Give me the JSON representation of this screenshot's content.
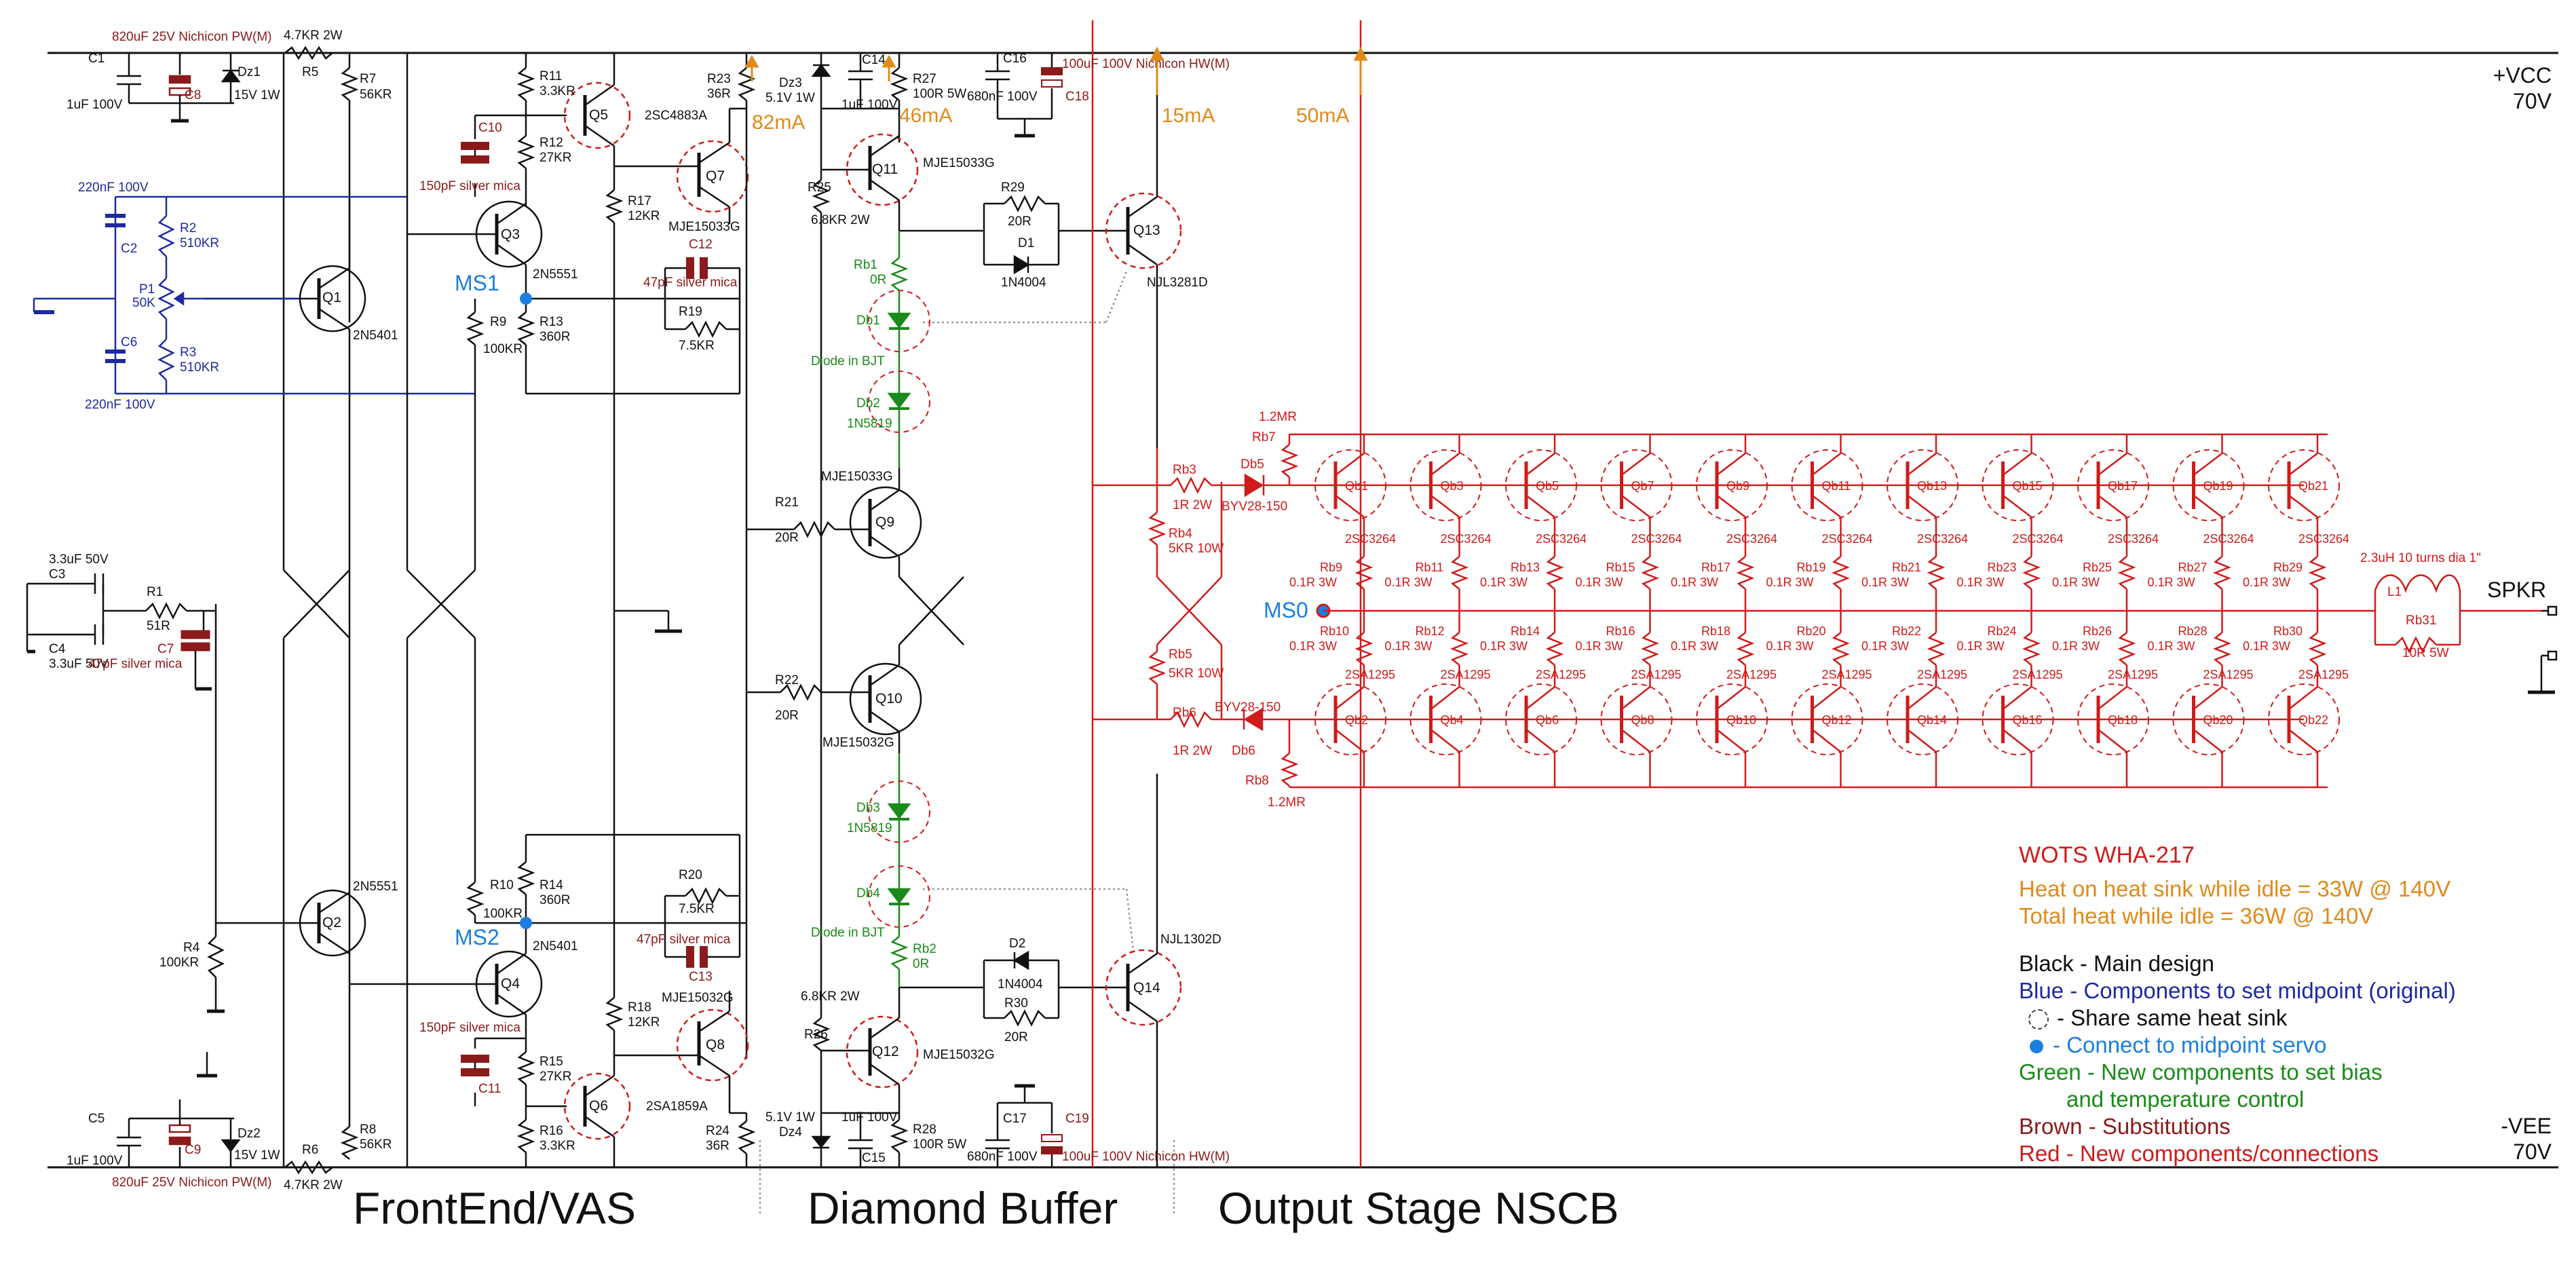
{
  "rails": {
    "vcc_name": "+VCC",
    "vcc_volt": "70V",
    "vee_name": "-VEE",
    "vee_volt": "70V",
    "spkr": "SPKR"
  },
  "colors": {
    "main": "#111111",
    "servo": "#1e2aa0",
    "servo_light": "#1a7fe0",
    "bias": "#1a8a1a",
    "brown": "#8b1a1a",
    "red": "#d11a1a",
    "orange": "#e08a1a"
  },
  "sections": {
    "frontend": "FrontEnd/VAS",
    "diamond": "Diamond Buffer",
    "output": "Output Stage NSCB"
  },
  "legend": {
    "title": "WOTS WHA-217",
    "heat_idle": "Heat on heat sink while idle = 33W @ 140V",
    "heat_total": "Total heat while idle = 36W @ 140V",
    "black": "Black - Main design",
    "blue": "Blue - Components to set midpoint (original)",
    "share": "- Share same heat sink",
    "connect": "- Connect to midpoint servo",
    "green1": "Green - New components to set bias",
    "green2": "and temperature control",
    "brown": "Brown - Substitutions",
    "red": "Red - New components/connections"
  },
  "currents": {
    "i82": "82mA",
    "i46": "46mA",
    "i15": "15mA",
    "i50": "50mA"
  },
  "midpoints": {
    "ms1": "MS1",
    "ms2": "MS2",
    "ms0": "MS0"
  },
  "input": {
    "C1": "C1",
    "C1v": "1uF 100V",
    "C8l": "820uF 25V Nichicon PW(M)",
    "C8": "C8",
    "Dz1": "Dz1",
    "Dz1v": "15V 1W",
    "R5": "R5",
    "R5v": "4.7KR 2W",
    "R7": "R7",
    "R7v": "56KR",
    "C2l": "220nF 100V",
    "C2": "C2",
    "R2": "R2",
    "R2v": "510KR",
    "P1": "P1",
    "P1v": "50K",
    "C6": "C6",
    "R3": "R3",
    "R3v": "510KR",
    "C6l": "220nF 100V",
    "Q1": "Q1",
    "Q1t": "2N5401",
    "C3": "C3",
    "C3l": "3.3uF 50V",
    "C4": "C4",
    "C4l": "3.3uF 50V",
    "R1": "R1",
    "R1v": "51R",
    "C7": "C7",
    "C7l": "47pF silver mica",
    "Q2t": "2N5551",
    "Q2": "Q2",
    "R4": "R4",
    "R4v": "100KR",
    "C5": "C5",
    "C5v": "1uF 100V",
    "C9l": "820uF 25V Nichicon PW(M)",
    "C9": "C9",
    "Dz2": "Dz2",
    "Dz2v": "15V 1W",
    "R6": "R6",
    "R6v": "4.7KR 2W",
    "R8": "R8",
    "R8v": "56KR"
  },
  "vas": {
    "R11": "R11",
    "R11v": "3.3KR",
    "Q5": "Q5",
    "Q5t": "2SC4883A",
    "C10": "C10",
    "C10l": "150pF silver mica",
    "R12": "R12",
    "R12v": "27KR",
    "Q3": "Q3",
    "Q3t": "2N5551",
    "R9": "R9",
    "R9v": "100KR",
    "R13": "R13",
    "R13v": "360R",
    "R17": "R17",
    "R17v": "12KR",
    "Q7": "Q7",
    "Q7t": "MJE15033G",
    "C12": "C12",
    "C12l": "47pF silver mica",
    "R19": "R19",
    "R19v": "7.5KR",
    "R23": "R23",
    "R23v": "36R",
    "R10": "R10",
    "R10v": "100KR",
    "R14": "R14",
    "R14v": "360R",
    "R20": "R20",
    "R20v": "7.5KR",
    "C13l": "47pF silver mica",
    "C13": "C13",
    "Q4": "Q4",
    "Q4t": "2N5401",
    "C11l": "150pF silver mica",
    "C11": "C11",
    "R18": "R18",
    "R18v": "12KR",
    "Q8t": "MJE15032G",
    "Q8": "Q8",
    "R15": "R15",
    "R15v": "27KR",
    "Q6": "Q6",
    "Q6t": "2SA1859A",
    "R16": "R16",
    "R16v": "3.3KR",
    "R24": "R24",
    "R24v": "36R"
  },
  "buffer": {
    "Dz3": "Dz3",
    "Dz3v": "5.1V 1W",
    "C14": "C14",
    "C14v": "1uF 100V",
    "R27": "R27",
    "R27v": "100R 5W",
    "C16": "C16",
    "C16v": "680nF 100V",
    "C18": "C18",
    "C18l": "100uF 100V Nichicon HW(M)",
    "Q11": "Q11",
    "Q11t": "MJE15033G",
    "R25": "R25",
    "R25v": "6.8KR 2W",
    "R29": "R29",
    "R29v": "20R",
    "D1": "D1",
    "D1t": "1N4004",
    "Q13": "Q13",
    "Q13t": "NJL3281D",
    "Rb1": "Rb1",
    "Rb1v": "0R",
    "Db1": "Db1",
    "dib1": "Diode in BJT",
    "Db2": "Db2",
    "Db2t": "1N5819",
    "Q9t": "MJE15033G",
    "Q9": "Q9",
    "R21": "R21",
    "R21v": "20R",
    "R22": "R22",
    "R22v": "20R",
    "Q10": "Q10",
    "Q10t": "MJE15032G",
    "Db3": "Db3",
    "Db3t": "1N5819",
    "Db4": "Db4",
    "dib2": "Diode in BJT",
    "Rb2": "Rb2",
    "Rb2v": "0R",
    "Q14t": "NJL1302D",
    "Q14": "Q14",
    "D2": "D2",
    "D2t": "1N4004",
    "R30": "R30",
    "R30v": "20R",
    "R26v": "6.8KR 2W",
    "R26": "R26",
    "Q12": "Q12",
    "Q12t": "MJE15032G",
    "Dz4v": "5.1V 1W",
    "Dz4": "Dz4",
    "C15v": "1uF 100V",
    "C15": "C15",
    "R28": "R28",
    "R28v": "100R 5W",
    "C17": "C17",
    "C17v": "680nF 100V",
    "C19": "C19",
    "C19l": "100uF 100V Nichicon HW(M)"
  },
  "output": {
    "Rb7v": "1.2MR",
    "Rb7": "Rb7",
    "Rb3": "Rb3",
    "Rb3v": "1R 2W",
    "Db5": "Db5",
    "Db5t": "BYV28-150",
    "Rb4": "Rb4",
    "Rb4v": "5KR 10W",
    "Rb5": "Rb5",
    "Rb5v": "5KR 10W",
    "Rb6": "Rb6",
    "Rb6v": "1R 2W",
    "Db6t": "BYV28-150",
    "Db6": "Db6",
    "Rb8": "Rb8",
    "Rb8v": "1.2MR",
    "L1": "L1",
    "L1l": "2.3uH 10 turns dia 1\"",
    "Rb31": "Rb31",
    "Rb31v": "10R 5W",
    "npn_type": "2SC3264",
    "pnp_type": "2SA1295",
    "rval": "0.1R 3W",
    "top": [
      "Qb1",
      "Qb3",
      "Qb5",
      "Qb7",
      "Qb9",
      "Qb11",
      "Qb13",
      "Qb15",
      "Qb17",
      "Qb19",
      "Qb21"
    ],
    "bot": [
      "Qb2",
      "Qb4",
      "Qb6",
      "Qb8",
      "Qb10",
      "Qb12",
      "Qb14",
      "Qb16",
      "Qb18",
      "Qb20",
      "Qb22"
    ],
    "rtop": [
      "Rb9",
      "Rb11",
      "Rb13",
      "Rb15",
      "Rb17",
      "Rb19",
      "Rb21",
      "Rb23",
      "Rb25",
      "Rb27",
      "Rb29"
    ],
    "rbot": [
      "Rb10",
      "Rb12",
      "Rb14",
      "Rb16",
      "Rb18",
      "Rb20",
      "Rb22",
      "Rb24",
      "Rb26",
      "Rb28",
      "Rb30"
    ]
  }
}
